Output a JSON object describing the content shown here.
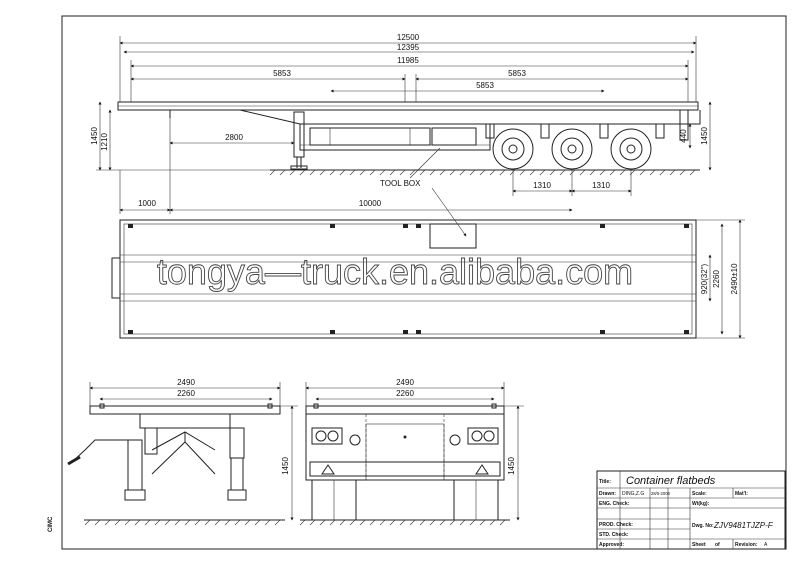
{
  "side_view": {
    "dims_top": [
      "12500",
      "12395",
      "11985",
      "5853",
      "5853",
      "5853"
    ],
    "left_heights": [
      "1450",
      "1210"
    ],
    "right_heights": [
      "440",
      "1450"
    ],
    "kingpin_dim": "2800",
    "bottom_dims": [
      "1000",
      "10000"
    ],
    "axle_dims": [
      "1310",
      "1310"
    ],
    "toolbox_label": "TOOL BOX"
  },
  "top_view": {
    "watermark": "tongya—truck.en.alibaba.com",
    "right_dims": [
      "920(32\")",
      "2260",
      "2490±10"
    ]
  },
  "front_view": {
    "width_outer": "2490",
    "width_inner": "2260",
    "height": "1450"
  },
  "rear_view": {
    "width_outer": "2490",
    "width_inner": "2260",
    "height": "1450"
  },
  "side_mark": "CIMC",
  "title_block": {
    "title_label": "Title:",
    "title_value": "Container flatbeds",
    "drawn_label": "Drawn:",
    "drawn_value": "DING,Z.G",
    "date_value": "28/5-2008",
    "scale_label": "Scale:",
    "mat_label": "Mat'l:",
    "wt_label": "Wt(kg):",
    "eng_label": "ENG. Check:",
    "prod_label": "PROD. Check:",
    "std_label": "STD. Check:",
    "approved_label": "Approved:",
    "dwg_label": "Dwg. No:",
    "dwg_value": "ZJV9481TJZP-F",
    "sheet_label": "Sheet",
    "of_label": "of",
    "revision_label": "Revision:",
    "revision_value": "A"
  }
}
